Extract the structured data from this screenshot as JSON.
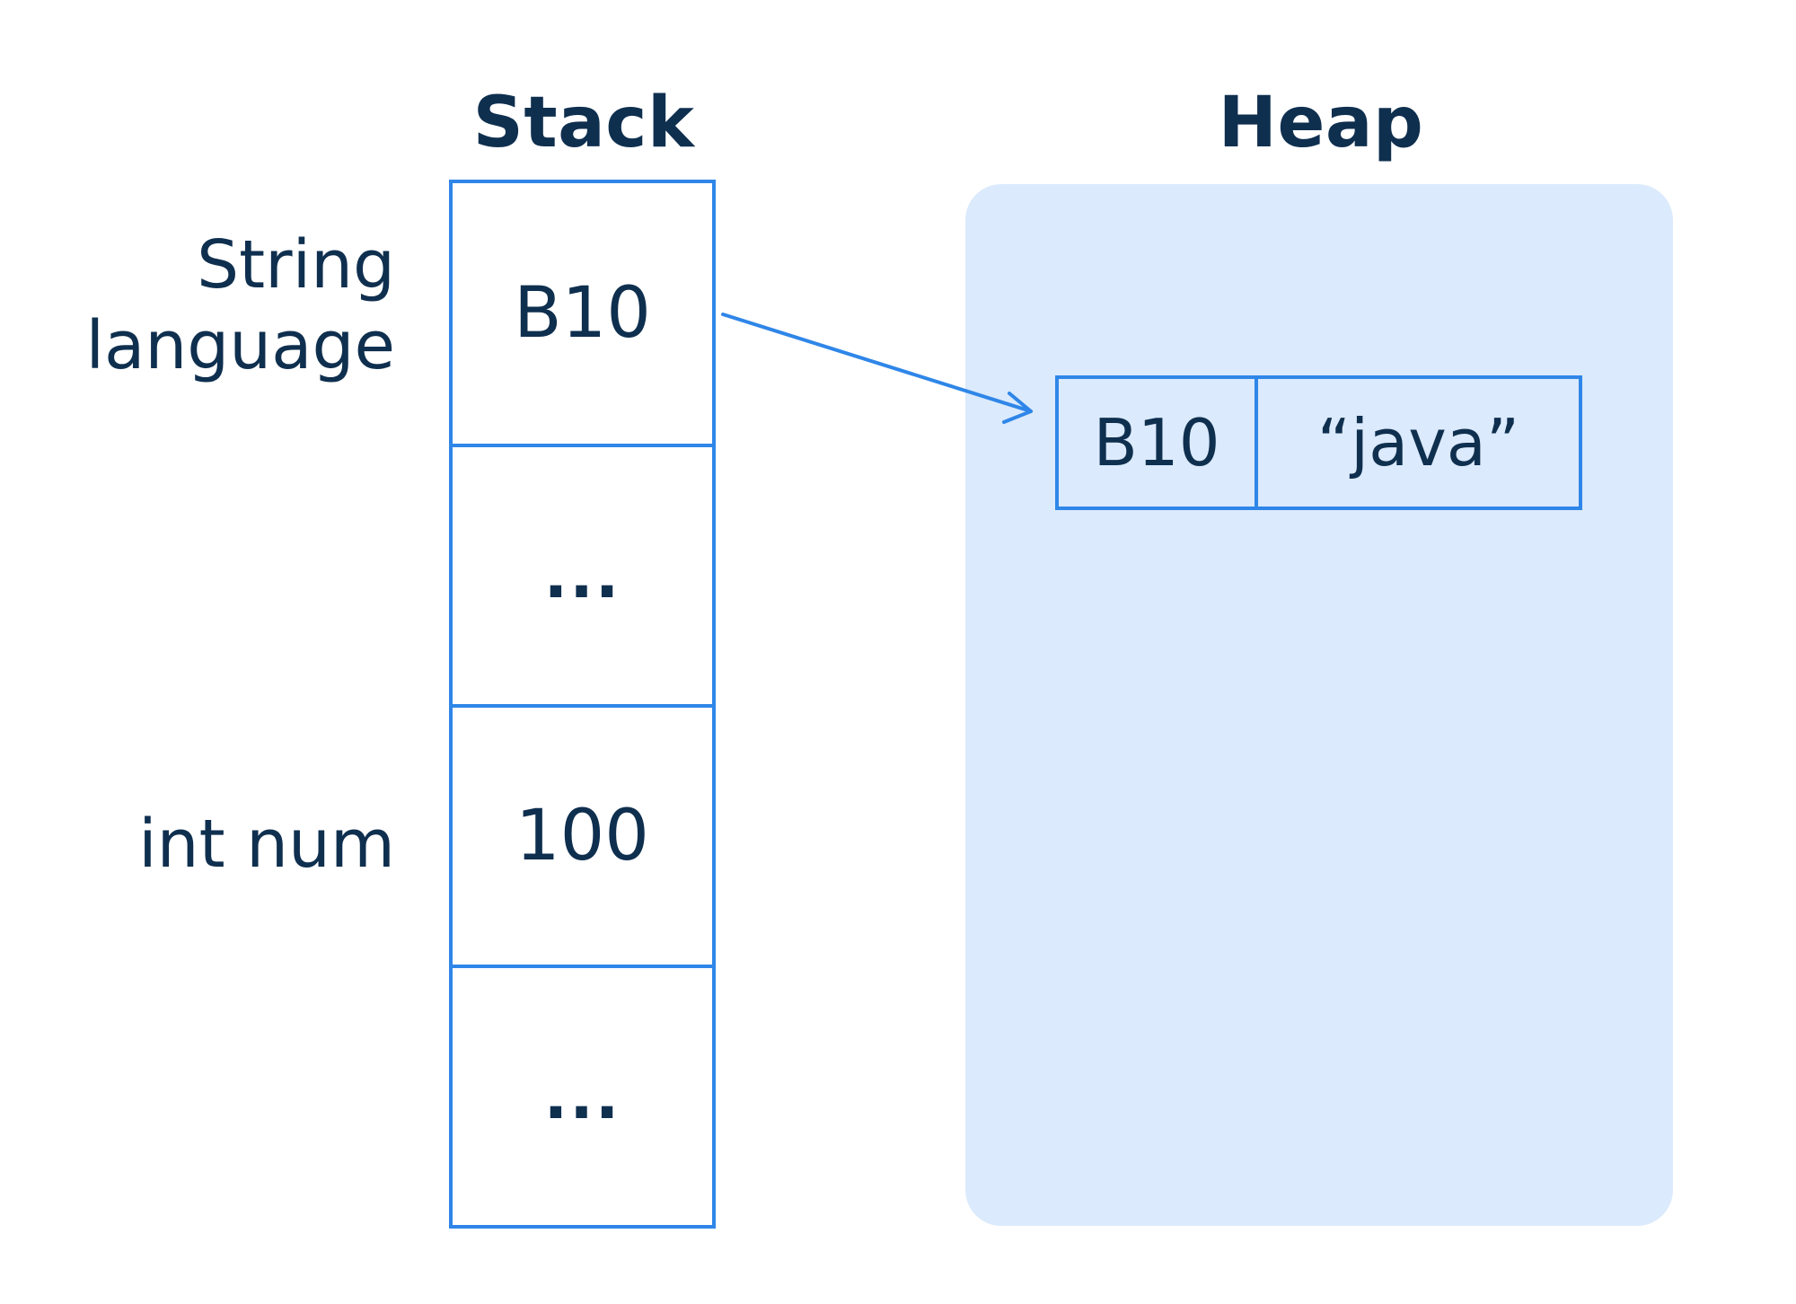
{
  "stack": {
    "title": "Stack",
    "cells": [
      "B10",
      "...",
      "100",
      "..."
    ],
    "labels": {
      "string_line1": "String",
      "string_line2": "language",
      "int": "int num"
    }
  },
  "heap": {
    "title": "Heap",
    "entry": {
      "key": "B10",
      "value": "“java”"
    }
  },
  "colors": {
    "border": "#2f86e8",
    "heap_bg": "#dbeafc",
    "text": "#0f2f4f"
  }
}
